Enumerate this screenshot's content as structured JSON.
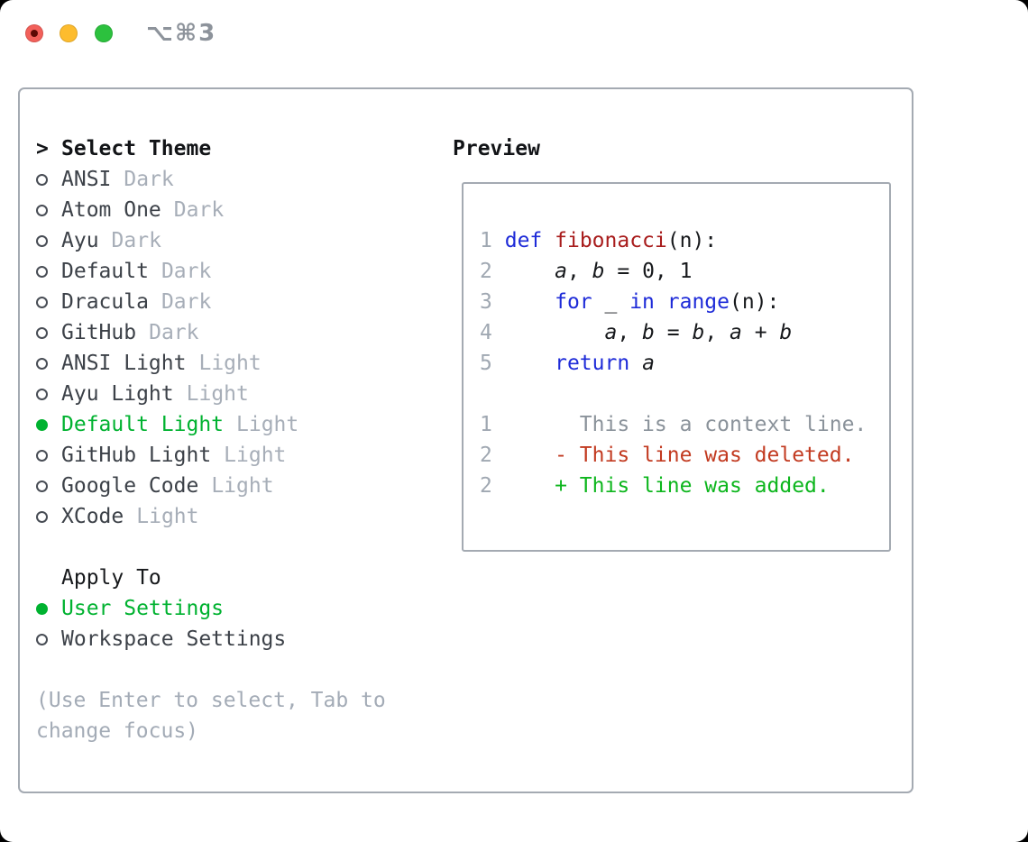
{
  "window": {
    "title": "⌥⌘3",
    "traffic_lights": [
      "close-button",
      "minimize-button",
      "zoom-button"
    ]
  },
  "colors": {
    "selected_green": "#00b230",
    "added_green": "#0db61d",
    "deleted_red": "#c23a20",
    "keyword_blue": "#1e2bd8",
    "function_red": "#a81c1c",
    "muted_gray": "#a7aeb8",
    "border_gray": "#a4aab2"
  },
  "theme_select": {
    "prompt": ">",
    "title": "Select Theme",
    "items": [
      {
        "name": "ANSI",
        "tag": "Dark",
        "selected": false
      },
      {
        "name": "Atom One",
        "tag": "Dark",
        "selected": false
      },
      {
        "name": "Ayu",
        "tag": "Dark",
        "selected": false
      },
      {
        "name": "Default",
        "tag": "Dark",
        "selected": false
      },
      {
        "name": "Dracula",
        "tag": "Dark",
        "selected": false
      },
      {
        "name": "GitHub",
        "tag": "Dark",
        "selected": false
      },
      {
        "name": "ANSI Light",
        "tag": "Light",
        "selected": false
      },
      {
        "name": "Ayu Light",
        "tag": "Light",
        "selected": false
      },
      {
        "name": "Default Light",
        "tag": "Light",
        "selected": true
      },
      {
        "name": "GitHub Light",
        "tag": "Light",
        "selected": false
      },
      {
        "name": "Google Code",
        "tag": "Light",
        "selected": false
      },
      {
        "name": "XCode",
        "tag": "Light",
        "selected": false
      }
    ]
  },
  "apply_to": {
    "title": "Apply To",
    "options": [
      {
        "name": "User Settings",
        "selected": true
      },
      {
        "name": "Workspace Settings",
        "selected": false
      }
    ]
  },
  "help": {
    "line1": "(Use Enter to select, Tab to",
    "line2": "change focus)"
  },
  "preview": {
    "title": "Preview",
    "lines": [
      {
        "num": "1",
        "segments": [
          {
            "style": "plain",
            "text": " "
          },
          {
            "style": "kw",
            "text": "def"
          },
          {
            "style": "plain",
            "text": " "
          },
          {
            "style": "fn",
            "text": "fibonacci"
          },
          {
            "style": "plain",
            "text": "(n):"
          }
        ]
      },
      {
        "num": "2",
        "segments": [
          {
            "style": "plain",
            "text": "     "
          },
          {
            "style": "v",
            "text": "a"
          },
          {
            "style": "plain",
            "text": ", "
          },
          {
            "style": "v",
            "text": "b"
          },
          {
            "style": "plain",
            "text": " = 0, 1"
          }
        ]
      },
      {
        "num": "3",
        "segments": [
          {
            "style": "plain",
            "text": "     "
          },
          {
            "style": "kw",
            "text": "for"
          },
          {
            "style": "plain",
            "text": " _ "
          },
          {
            "style": "kw",
            "text": "in"
          },
          {
            "style": "plain",
            "text": " "
          },
          {
            "style": "kw",
            "text": "range"
          },
          {
            "style": "plain",
            "text": "(n):"
          }
        ]
      },
      {
        "num": "4",
        "segments": [
          {
            "style": "plain",
            "text": "         "
          },
          {
            "style": "v",
            "text": "a"
          },
          {
            "style": "plain",
            "text": ", "
          },
          {
            "style": "v",
            "text": "b"
          },
          {
            "style": "plain",
            "text": " = "
          },
          {
            "style": "v",
            "text": "b"
          },
          {
            "style": "plain",
            "text": ", "
          },
          {
            "style": "v",
            "text": "a"
          },
          {
            "style": "plain",
            "text": " + "
          },
          {
            "style": "v",
            "text": "b"
          }
        ]
      },
      {
        "num": "5",
        "segments": [
          {
            "style": "plain",
            "text": "     "
          },
          {
            "style": "kw",
            "text": "return"
          },
          {
            "style": "plain",
            "text": " "
          },
          {
            "style": "v",
            "text": "a"
          }
        ]
      },
      {
        "num": "",
        "segments": []
      },
      {
        "num": "1",
        "segments": [
          {
            "style": "ctx",
            "text": "       This is a context line."
          }
        ]
      },
      {
        "num": "2",
        "segments": [
          {
            "style": "plain",
            "text": "     "
          },
          {
            "style": "del",
            "text": "- This line was deleted."
          }
        ]
      },
      {
        "num": "2",
        "segments": [
          {
            "style": "plain",
            "text": "     "
          },
          {
            "style": "add",
            "text": "+ This line was added."
          }
        ]
      }
    ]
  }
}
